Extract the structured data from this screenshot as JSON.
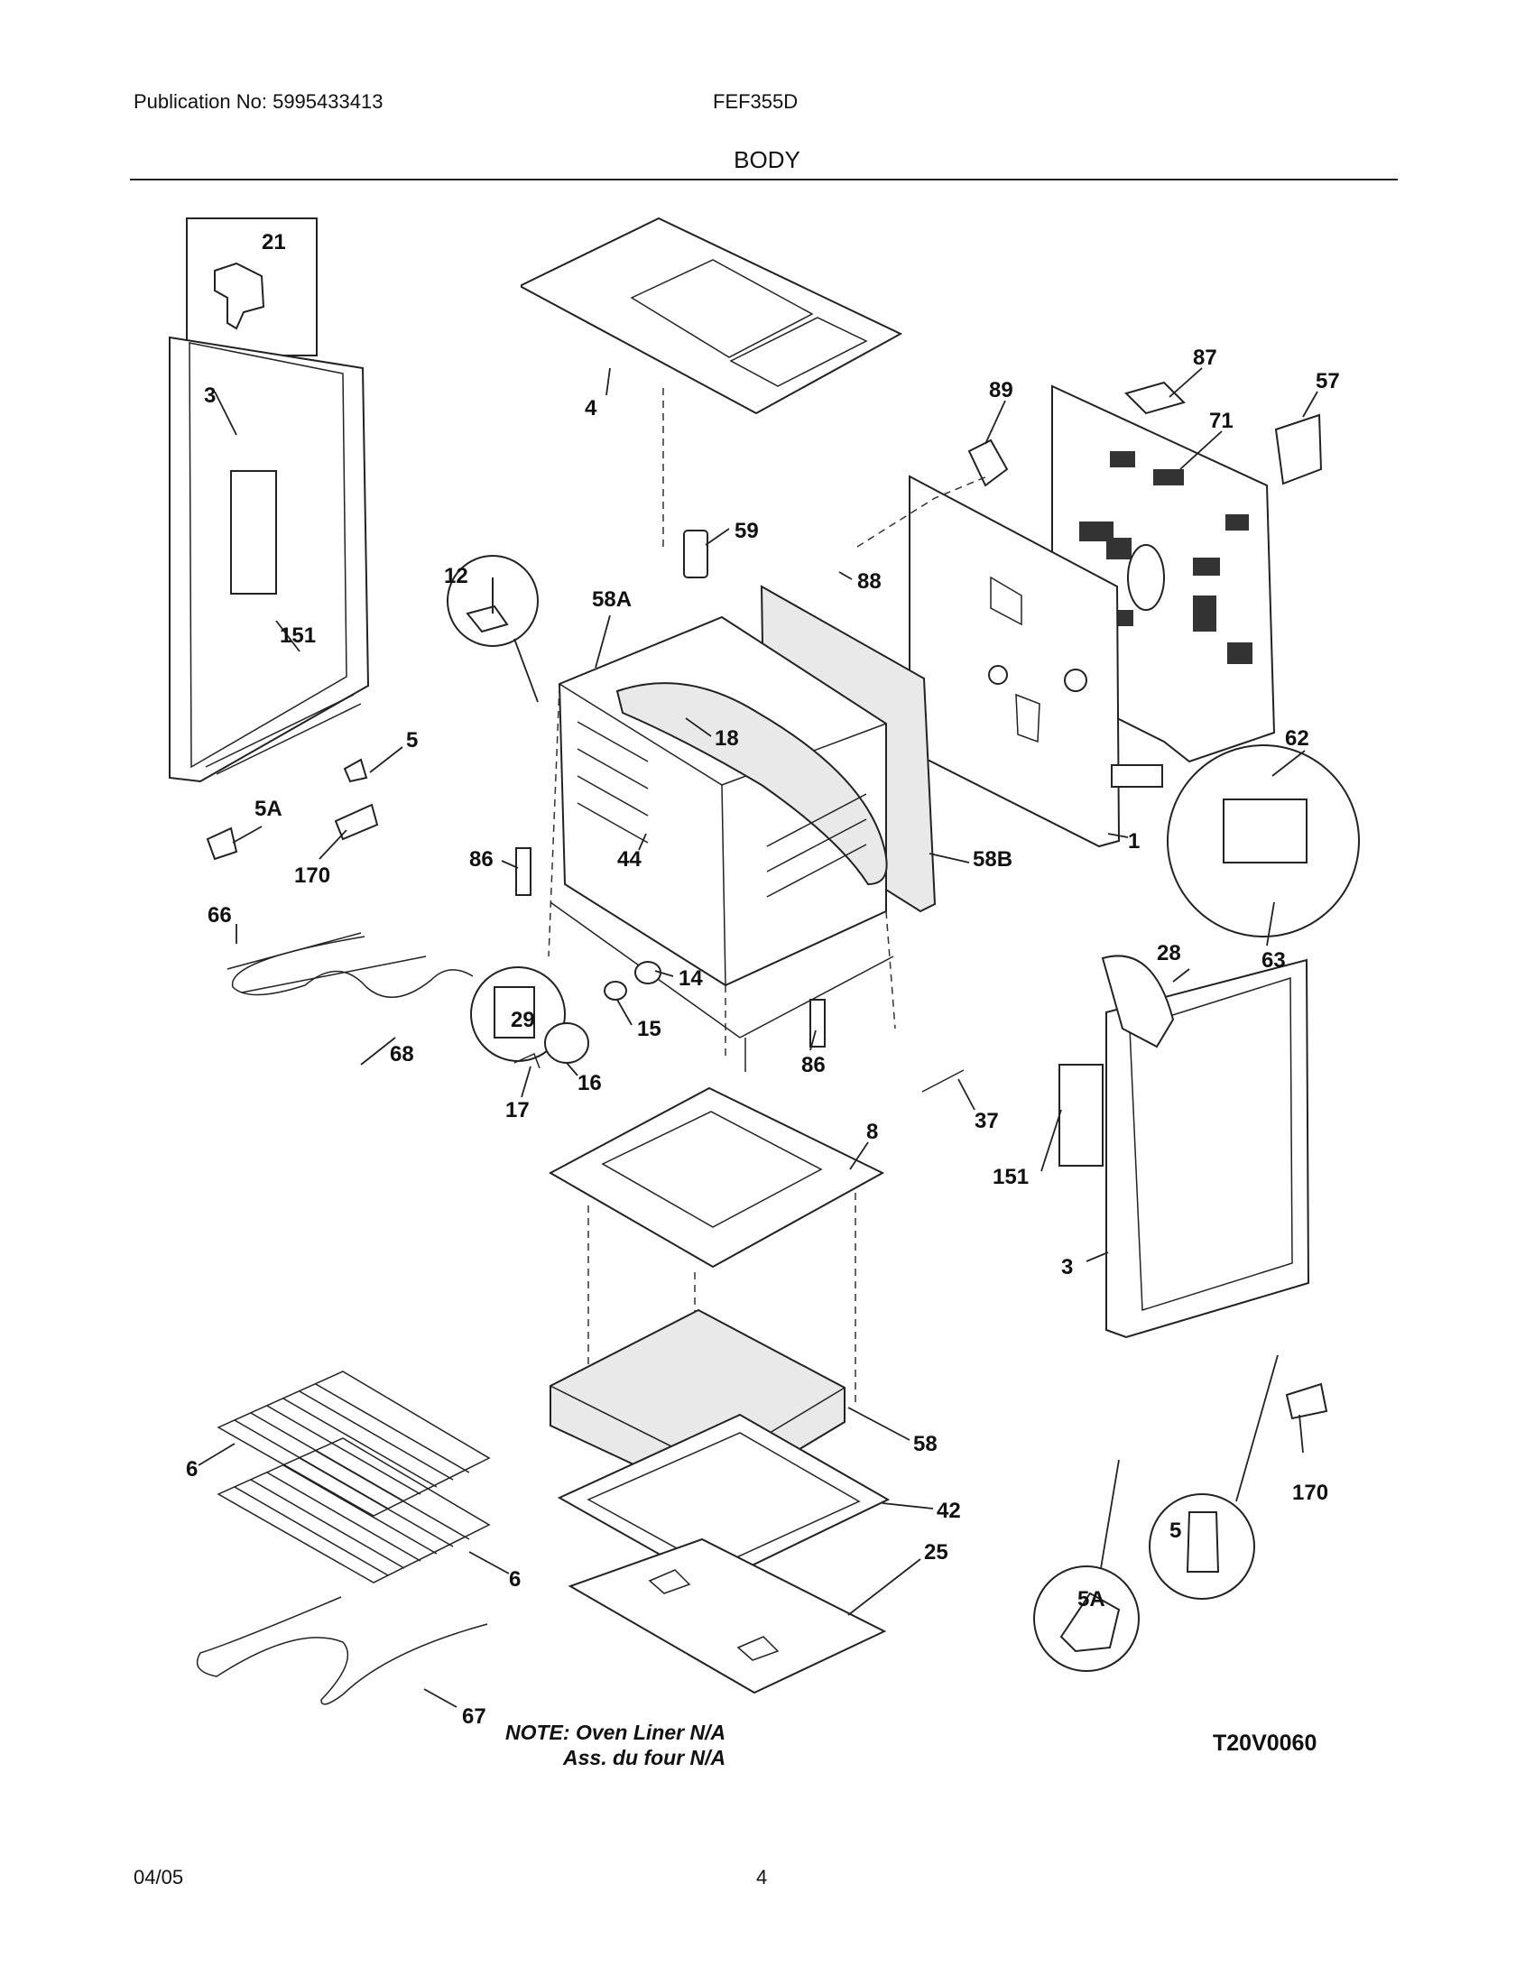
{
  "header": {
    "publication": "Publication No: 5995433413",
    "model": "FEF355D",
    "section": "BODY"
  },
  "footer": {
    "date": "04/05",
    "page": "4"
  },
  "diagram": {
    "callouts": [
      "21",
      "3",
      "4",
      "89",
      "87",
      "57",
      "71",
      "59",
      "88",
      "12",
      "58A",
      "151",
      "5",
      "5A",
      "170",
      "18",
      "62",
      "1",
      "58B",
      "86",
      "44",
      "63",
      "66",
      "68",
      "29",
      "14",
      "15",
      "16",
      "17",
      "86",
      "28",
      "37",
      "8",
      "151",
      "3",
      "58",
      "42",
      "6",
      "6",
      "25",
      "170",
      "5",
      "5A",
      "67"
    ],
    "note_line1": "NOTE: Oven Liner N/A",
    "note_line2": "Ass. du four N/A",
    "drawing_code": "T20V0060"
  }
}
